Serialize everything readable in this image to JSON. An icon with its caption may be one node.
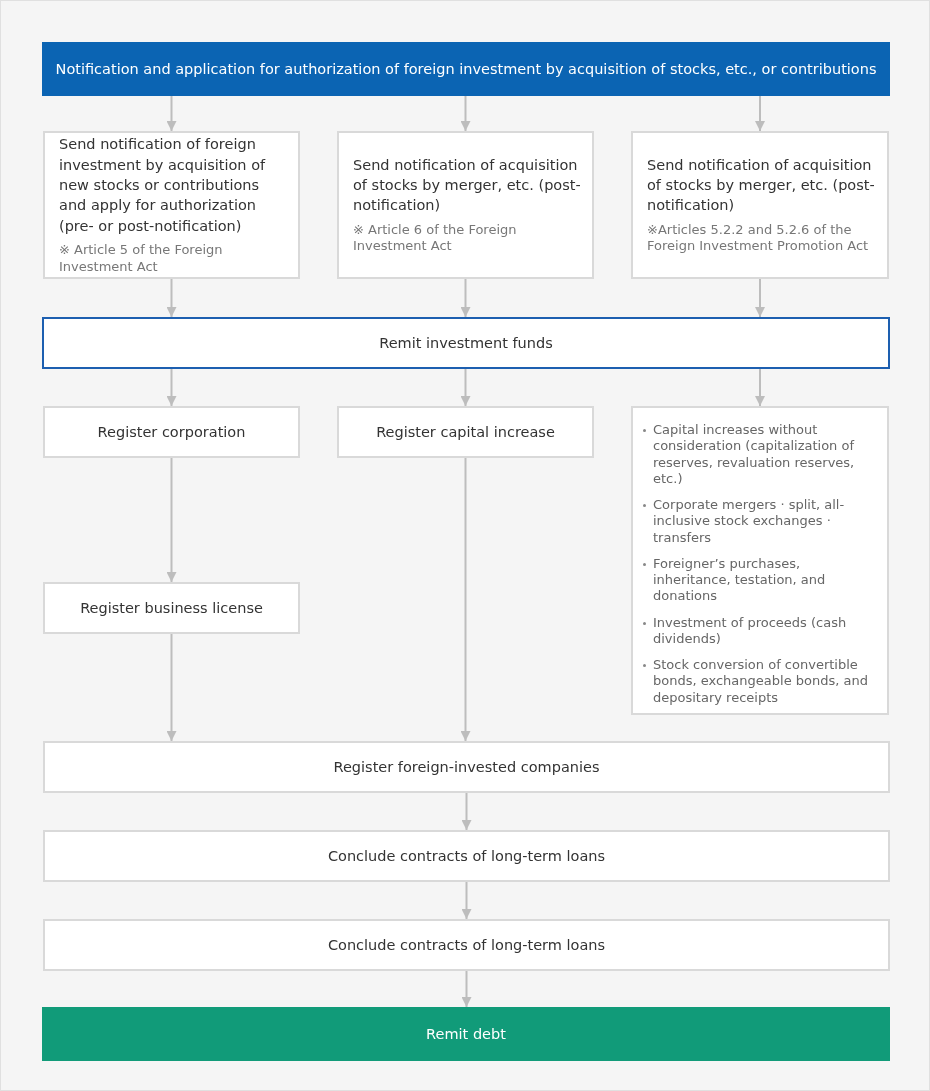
{
  "diagram": {
    "nodes": [
      {
        "text": [
          "Notification and application for authorization of foreign investment by acquisition of stocks, etc., or contributions"
        ]
      },
      {
        "text": [
          "Send notification of foreign investment by acquisition of new stocks or contributions and apply for authorization (pre- or post-notification)",
          "※ Article 5 of the Foreign Investment Act"
        ]
      },
      {
        "text": [
          "Send notification of acquisition of stocks by merger, etc. (post-notification)",
          "※ Article 6 of the Foreign Investment Act"
        ]
      },
      {
        "text": [
          "Send notification of acquisition of stocks by merger, etc. (post-notification)",
          "※Articles 5.2.2 and 5.2.6 of the Foreign Investment Promotion Act"
        ]
      },
      {
        "text": [
          "Remit investment funds"
        ]
      },
      {
        "text": [
          "Register corporation"
        ]
      },
      {
        "text": [
          "Register capital increase"
        ]
      },
      {
        "text": [
          "Capital increases without consideration (capitalization of reserves, revaluation reserves, etc.)",
          "Corporate mergers · split, all-inclusive stock exchanges · transfers",
          "Foreigner’s purchases, inheritance, testation, and donations",
          "Investment of proceeds (cash dividends)",
          "Stock conversion of convertible bonds, exchangeable bonds, and depositary receipts"
        ]
      },
      {
        "text": [
          "Register business license"
        ]
      },
      {
        "text": [
          "Register foreign-invested companies"
        ]
      },
      {
        "text": [
          "Conclude contracts of long-term loans"
        ]
      },
      {
        "text": [
          "Conclude contracts of long-term loans"
        ]
      },
      {
        "text": [
          "Remit debt"
        ]
      }
    ],
    "edges": [
      {
        "from": 0,
        "to": 1,
        "arrow": "to"
      },
      {
        "from": 0,
        "to": 2,
        "arrow": "to"
      },
      {
        "from": 0,
        "to": 3,
        "arrow": "to"
      },
      {
        "from": 1,
        "to": 4,
        "arrow": "to"
      },
      {
        "from": 2,
        "to": 4,
        "arrow": "to"
      },
      {
        "from": 3,
        "to": 4,
        "arrow": "to"
      },
      {
        "from": 4,
        "to": 5,
        "arrow": "to"
      },
      {
        "from": 4,
        "to": 6,
        "arrow": "to"
      },
      {
        "from": 4,
        "to": 7,
        "arrow": "to"
      },
      {
        "from": 5,
        "to": 8,
        "arrow": "to"
      },
      {
        "from": 8,
        "to": 9,
        "arrow": "to"
      },
      {
        "from": 6,
        "to": 9,
        "arrow": "to"
      },
      {
        "from": 9,
        "to": 10,
        "arrow": "to"
      },
      {
        "from": 10,
        "to": 11,
        "arrow": "to"
      },
      {
        "from": 11,
        "to": 12,
        "arrow": "to"
      }
    ]
  }
}
